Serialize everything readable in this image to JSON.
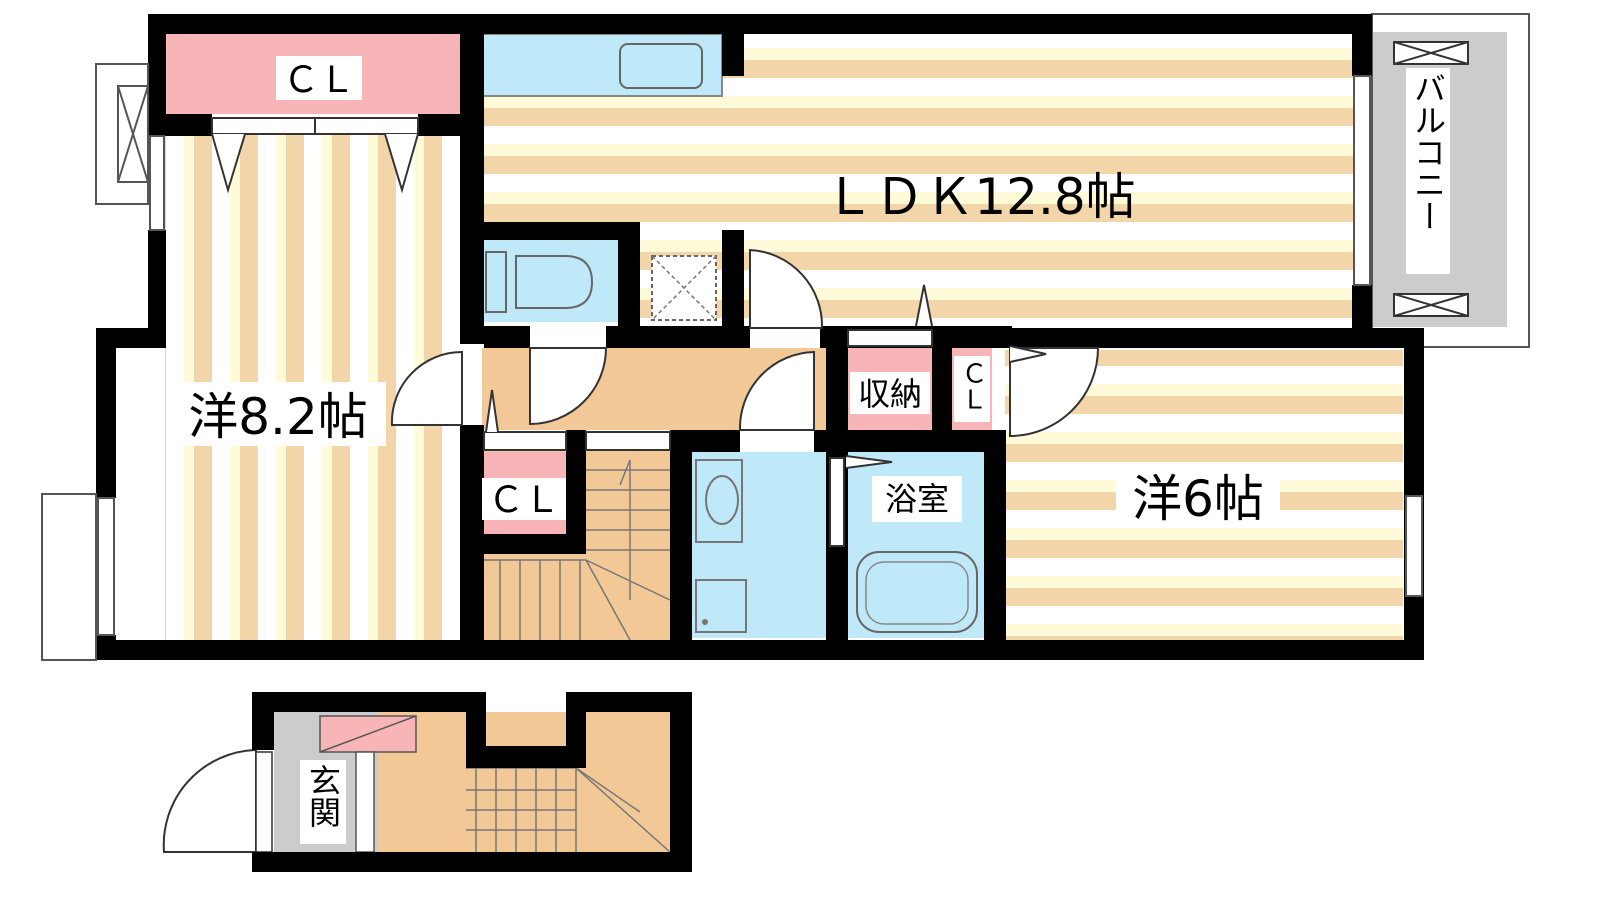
{
  "floor_plan": {
    "rooms": {
      "ldk": {
        "label": "ＬＤＫ12.8帖"
      },
      "western_8": {
        "label": "洋8.2帖"
      },
      "western_6": {
        "label": "洋6帖"
      },
      "bathroom": {
        "label": "浴室"
      },
      "storage": {
        "label": "収納"
      },
      "balcony": {
        "label": "バルコニー"
      },
      "entrance": {
        "label": "玄関"
      },
      "closet_top": {
        "label": "ＣＬ"
      },
      "closet_mid": {
        "label": "ＣＬ"
      },
      "closet_small": {
        "label": "ＣＬ"
      }
    },
    "colors": {
      "wood_stripe": "#f2d5a8",
      "light_stripe": "#fffbd8",
      "water_area": "#bfe8f8",
      "closet": "#f7b5b8",
      "hall_floor": "#f2c996",
      "balcony_floor": "#cccccc",
      "wall": "#000000"
    }
  }
}
